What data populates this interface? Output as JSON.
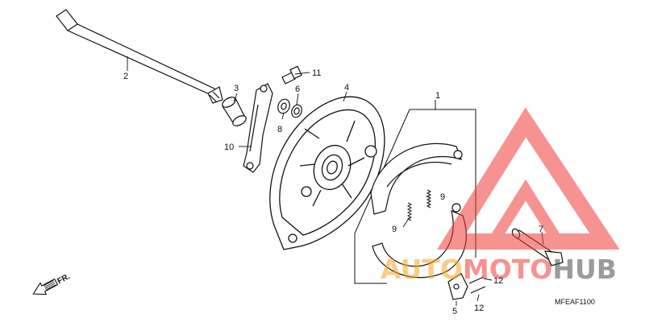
{
  "diagram": {
    "code": "MFEAF1100",
    "direction_label": "FR."
  },
  "callouts": [
    {
      "id": "1",
      "text": "1"
    },
    {
      "id": "2",
      "text": "2"
    },
    {
      "id": "3",
      "text": "3"
    },
    {
      "id": "4",
      "text": "4"
    },
    {
      "id": "5",
      "text": "5"
    },
    {
      "id": "6",
      "text": "6"
    },
    {
      "id": "7",
      "text": "7"
    },
    {
      "id": "8",
      "text": "8"
    },
    {
      "id": "9a",
      "text": "9"
    },
    {
      "id": "9b",
      "text": "9"
    },
    {
      "id": "10",
      "text": "10"
    },
    {
      "id": "11",
      "text": "11"
    },
    {
      "id": "12a",
      "text": "12"
    },
    {
      "id": "12b",
      "text": "12"
    }
  ],
  "watermark": {
    "word_part1": "AUTO",
    "word_part2": "MOTO",
    "word_part3": "HUB",
    "color_red": "#ef3b39",
    "color_orange": "#f5a623",
    "color_dark": "#4a4a4a"
  }
}
